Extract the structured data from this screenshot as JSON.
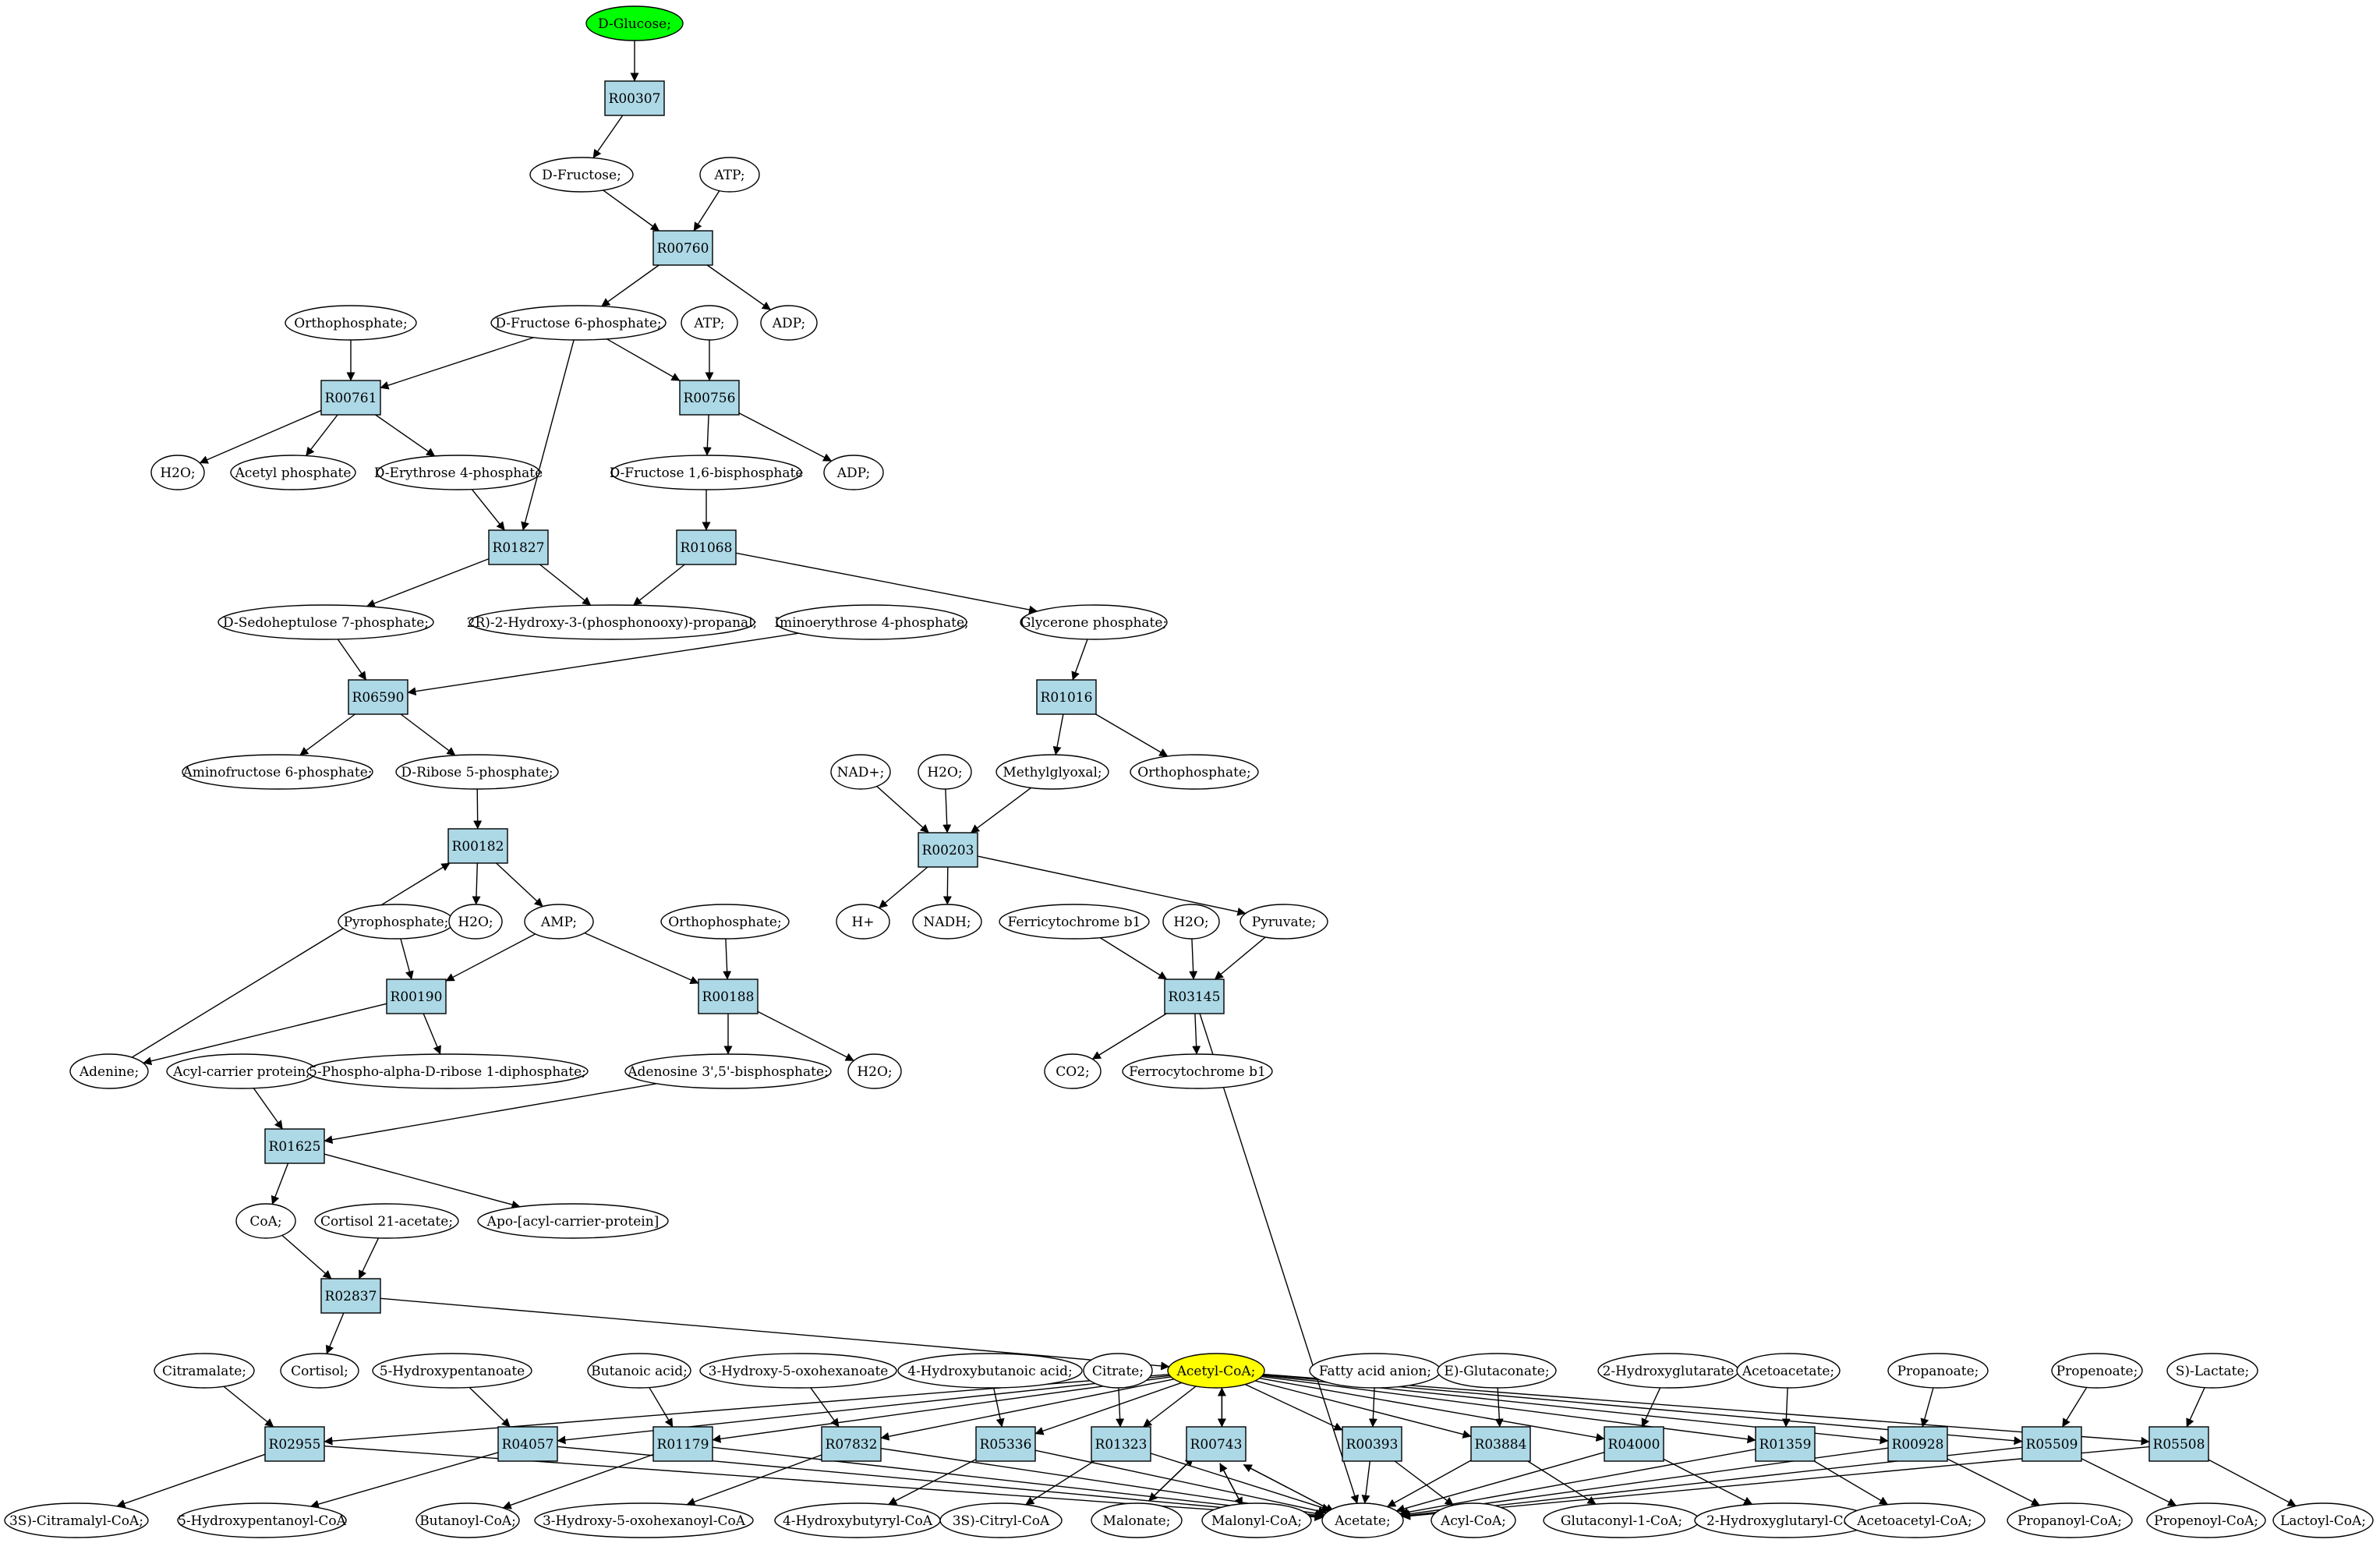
{
  "colors": {
    "reaction_fill": "#add8e6",
    "metabolite_fill": "#ffffff",
    "start_fill": "#00ff00",
    "target_fill": "#ffff00",
    "stroke": "#000000"
  },
  "nodes": [
    {
      "id": "glc",
      "label": "D-Glucose;",
      "kind": "start"
    },
    {
      "id": "R00307",
      "label": "R00307",
      "kind": "reaction"
    },
    {
      "id": "fru",
      "label": "D-Fructose;",
      "kind": "metabolite"
    },
    {
      "id": "atp1",
      "label": "ATP;",
      "kind": "metabolite"
    },
    {
      "id": "R00760",
      "label": "R00760",
      "kind": "reaction"
    },
    {
      "id": "orthoA",
      "label": "Orthophosphate;",
      "kind": "metabolite"
    },
    {
      "id": "f6p",
      "label": "D-Fructose 6-phosphate;",
      "kind": "metabolite"
    },
    {
      "id": "atp2",
      "label": "ATP;",
      "kind": "metabolite"
    },
    {
      "id": "adp1",
      "label": "ADP;",
      "kind": "metabolite"
    },
    {
      "id": "R00761",
      "label": "R00761",
      "kind": "reaction"
    },
    {
      "id": "R00756",
      "label": "R00756",
      "kind": "reaction"
    },
    {
      "id": "h2oA",
      "label": "H2O;",
      "kind": "metabolite"
    },
    {
      "id": "acp",
      "label": "Acetyl phosphate",
      "kind": "metabolite"
    },
    {
      "id": "e4p",
      "label": "D-Erythrose 4-phosphate",
      "kind": "metabolite"
    },
    {
      "id": "fbp",
      "label": "D-Fructose 1,6-bisphosphate",
      "kind": "metabolite"
    },
    {
      "id": "adp2",
      "label": "ADP;",
      "kind": "metabolite"
    },
    {
      "id": "R01827",
      "label": "R01827",
      "kind": "reaction"
    },
    {
      "id": "R01068",
      "label": "R01068",
      "kind": "reaction"
    },
    {
      "id": "s7p",
      "label": "D-Sedoheptulose 7-phosphate;",
      "kind": "metabolite"
    },
    {
      "id": "hpp",
      "label": "2R)-2-Hydroxy-3-(phosphonooxy)-propanal;",
      "kind": "metabolite"
    },
    {
      "id": "ie4p",
      "label": "Iminoerythrose 4-phosphate;",
      "kind": "metabolite"
    },
    {
      "id": "gp",
      "label": "Glycerone phosphate;",
      "kind": "metabolite"
    },
    {
      "id": "R06590",
      "label": "R06590",
      "kind": "reaction"
    },
    {
      "id": "R01016",
      "label": "R01016",
      "kind": "reaction"
    },
    {
      "id": "af6p",
      "label": "Aminofructose 6-phosphate;",
      "kind": "metabolite"
    },
    {
      "id": "r5p",
      "label": "D-Ribose 5-phosphate;",
      "kind": "metabolite"
    },
    {
      "id": "nad",
      "label": "NAD+;",
      "kind": "metabolite"
    },
    {
      "id": "h2oB",
      "label": "H2O;",
      "kind": "metabolite"
    },
    {
      "id": "mgo",
      "label": "Methylglyoxal;",
      "kind": "metabolite"
    },
    {
      "id": "orthoB",
      "label": "Orthophosphate;",
      "kind": "metabolite"
    },
    {
      "id": "R00182",
      "label": "R00182",
      "kind": "reaction"
    },
    {
      "id": "R00203",
      "label": "R00203",
      "kind": "reaction"
    },
    {
      "id": "pyro",
      "label": "Pyrophosphate;",
      "kind": "metabolite"
    },
    {
      "id": "h2oC",
      "label": "H2O;",
      "kind": "metabolite"
    },
    {
      "id": "amp",
      "label": "AMP;",
      "kind": "metabolite"
    },
    {
      "id": "orthoC",
      "label": "Orthophosphate;",
      "kind": "metabolite"
    },
    {
      "id": "hplus",
      "label": "H+",
      "kind": "metabolite"
    },
    {
      "id": "nadh",
      "label": "NADH;",
      "kind": "metabolite"
    },
    {
      "id": "ferri",
      "label": "Ferricytochrome b1",
      "kind": "metabolite"
    },
    {
      "id": "h2oD",
      "label": "H2O;",
      "kind": "metabolite"
    },
    {
      "id": "pyr",
      "label": "Pyruvate;",
      "kind": "metabolite"
    },
    {
      "id": "R00190",
      "label": "R00190",
      "kind": "reaction"
    },
    {
      "id": "R00188",
      "label": "R00188",
      "kind": "reaction"
    },
    {
      "id": "R03145",
      "label": "R03145",
      "kind": "reaction"
    },
    {
      "id": "ade",
      "label": "Adenine;",
      "kind": "metabolite"
    },
    {
      "id": "acpprot",
      "label": "Acyl-carrier protein;",
      "kind": "metabolite"
    },
    {
      "id": "prpp",
      "label": "5-Phospho-alpha-D-ribose 1-diphosphate;",
      "kind": "metabolite"
    },
    {
      "id": "pap",
      "label": "Adenosine 3',5'-bisphosphate;",
      "kind": "metabolite"
    },
    {
      "id": "h2oE",
      "label": "H2O;",
      "kind": "metabolite"
    },
    {
      "id": "co2",
      "label": "CO2;",
      "kind": "metabolite"
    },
    {
      "id": "ferro",
      "label": "Ferrocytochrome b1",
      "kind": "metabolite"
    },
    {
      "id": "R01625",
      "label": "R01625",
      "kind": "reaction"
    },
    {
      "id": "coa",
      "label": "CoA;",
      "kind": "metabolite"
    },
    {
      "id": "cort21",
      "label": "Cortisol 21-acetate;",
      "kind": "metabolite"
    },
    {
      "id": "apo",
      "label": "Apo-[acyl-carrier-protein]",
      "kind": "metabolite"
    },
    {
      "id": "R02837",
      "label": "R02837",
      "kind": "reaction"
    },
    {
      "id": "cort",
      "label": "Cortisol;",
      "kind": "metabolite"
    },
    {
      "id": "accoa",
      "label": "Acetyl-CoA;",
      "kind": "target"
    },
    {
      "id": "citram",
      "label": "Citramalate;",
      "kind": "metabolite"
    },
    {
      "id": "hpent",
      "label": "5-Hydroxypentanoate",
      "kind": "metabolite"
    },
    {
      "id": "but",
      "label": "Butanoic acid;",
      "kind": "metabolite"
    },
    {
      "id": "hoxo",
      "label": "3-Hydroxy-5-oxohexanoate",
      "kind": "metabolite"
    },
    {
      "id": "hbut",
      "label": "4-Hydroxybutanoic acid;",
      "kind": "metabolite"
    },
    {
      "id": "cit",
      "label": "Citrate;",
      "kind": "metabolite"
    },
    {
      "id": "fa",
      "label": "Fatty acid anion;",
      "kind": "metabolite"
    },
    {
      "id": "glut",
      "label": "E)-Glutaconate;",
      "kind": "metabolite"
    },
    {
      "id": "hglut",
      "label": "2-Hydroxyglutarate",
      "kind": "metabolite"
    },
    {
      "id": "acac",
      "label": "Acetoacetate;",
      "kind": "metabolite"
    },
    {
      "id": "prop",
      "label": "Propanoate;",
      "kind": "metabolite"
    },
    {
      "id": "propen",
      "label": "Propenoate;",
      "kind": "metabolite"
    },
    {
      "id": "lac",
      "label": "S)-Lactate;",
      "kind": "metabolite"
    },
    {
      "id": "R02955",
      "label": "R02955",
      "kind": "reaction"
    },
    {
      "id": "R04057",
      "label": "R04057",
      "kind": "reaction"
    },
    {
      "id": "R01179",
      "label": "R01179",
      "kind": "reaction"
    },
    {
      "id": "R07832",
      "label": "R07832",
      "kind": "reaction"
    },
    {
      "id": "R05336",
      "label": "R05336",
      "kind": "reaction"
    },
    {
      "id": "R01323",
      "label": "R01323",
      "kind": "reaction"
    },
    {
      "id": "R00743",
      "label": "R00743",
      "kind": "reaction"
    },
    {
      "id": "R00393",
      "label": "R00393",
      "kind": "reaction"
    },
    {
      "id": "R03884",
      "label": "R03884",
      "kind": "reaction"
    },
    {
      "id": "R04000",
      "label": "R04000",
      "kind": "reaction"
    },
    {
      "id": "R01359",
      "label": "R01359",
      "kind": "reaction"
    },
    {
      "id": "R00928",
      "label": "R00928",
      "kind": "reaction"
    },
    {
      "id": "R05509",
      "label": "R05509",
      "kind": "reaction"
    },
    {
      "id": "R05508",
      "label": "R05508",
      "kind": "reaction"
    },
    {
      "id": "citmcoa",
      "label": "3S)-Citramalyl-CoA;",
      "kind": "metabolite"
    },
    {
      "id": "hpcoa",
      "label": "5-Hydroxypentanoyl-CoA",
      "kind": "metabolite"
    },
    {
      "id": "bucoa",
      "label": "Butanoyl-CoA;",
      "kind": "metabolite"
    },
    {
      "id": "hoxcoa",
      "label": "3-Hydroxy-5-oxohexanoyl-CoA",
      "kind": "metabolite"
    },
    {
      "id": "hbcoa",
      "label": "4-Hydroxybutyryl-CoA",
      "kind": "metabolite"
    },
    {
      "id": "citcoa",
      "label": "3S)-Citryl-CoA",
      "kind": "metabolite"
    },
    {
      "id": "malon",
      "label": "Malonate;",
      "kind": "metabolite"
    },
    {
      "id": "malcoa",
      "label": "Malonyl-CoA;",
      "kind": "metabolite"
    },
    {
      "id": "acet",
      "label": "Acetate;",
      "kind": "metabolite"
    },
    {
      "id": "acylcoa",
      "label": "Acyl-CoA;",
      "kind": "metabolite"
    },
    {
      "id": "gluccoa",
      "label": "Glutaconyl-1-CoA;",
      "kind": "metabolite"
    },
    {
      "id": "hgcoa",
      "label": "2-Hydroxyglutaryl-CoA",
      "kind": "metabolite"
    },
    {
      "id": "aacoa",
      "label": "Acetoacetyl-CoA;",
      "kind": "metabolite"
    },
    {
      "id": "prcoa",
      "label": "Propanoyl-CoA;",
      "kind": "metabolite"
    },
    {
      "id": "prencoa",
      "label": "Propenoyl-CoA;",
      "kind": "metabolite"
    },
    {
      "id": "laccoa",
      "label": "Lactoyl-CoA;",
      "kind": "metabolite"
    }
  ],
  "edges": [
    [
      "glc",
      "R00307"
    ],
    [
      "R00307",
      "fru"
    ],
    [
      "fru",
      "R00760"
    ],
    [
      "atp1",
      "R00760"
    ],
    [
      "R00760",
      "f6p"
    ],
    [
      "R00760",
      "adp1"
    ],
    [
      "orthoA",
      "R00761"
    ],
    [
      "f6p",
      "R00761"
    ],
    [
      "f6p",
      "R00756"
    ],
    [
      "atp2",
      "R00756"
    ],
    [
      "f6p",
      "R01827"
    ],
    [
      "R00761",
      "h2oA"
    ],
    [
      "R00761",
      "acp"
    ],
    [
      "R00761",
      "e4p"
    ],
    [
      "R00756",
      "fbp"
    ],
    [
      "R00756",
      "adp2"
    ],
    [
      "e4p",
      "R01827"
    ],
    [
      "fbp",
      "R01068"
    ],
    [
      "R01827",
      "s7p"
    ],
    [
      "R01827",
      "hpp"
    ],
    [
      "R01068",
      "hpp"
    ],
    [
      "R01068",
      "gp"
    ],
    [
      "s7p",
      "R06590"
    ],
    [
      "ie4p",
      "R06590"
    ],
    [
      "gp",
      "R01016"
    ],
    [
      "R06590",
      "af6p"
    ],
    [
      "R06590",
      "r5p"
    ],
    [
      "R01016",
      "mgo"
    ],
    [
      "R01016",
      "orthoB"
    ],
    [
      "r5p",
      "R00182"
    ],
    [
      "nad",
      "R00203"
    ],
    [
      "h2oB",
      "R00203"
    ],
    [
      "mgo",
      "R00203"
    ],
    [
      "R00182",
      "h2oC"
    ],
    [
      "R00182",
      "amp"
    ],
    [
      "R00203",
      "hplus"
    ],
    [
      "R00203",
      "nadh"
    ],
    [
      "R00203",
      "pyr"
    ],
    [
      "pyro",
      "R00190"
    ],
    [
      "amp",
      "R00190"
    ],
    [
      "amp",
      "R00188"
    ],
    [
      "orthoC",
      "R00188"
    ],
    [
      "ferri",
      "R03145"
    ],
    [
      "h2oD",
      "R03145"
    ],
    [
      "pyr",
      "R03145"
    ],
    [
      "R00190",
      "ade"
    ],
    [
      "R00190",
      "prpp"
    ],
    [
      "ade",
      "R00182"
    ],
    [
      "R00188",
      "pap"
    ],
    [
      "R00188",
      "h2oE"
    ],
    [
      "R03145",
      "co2"
    ],
    [
      "R03145",
      "ferro"
    ],
    [
      "R03145",
      "acet"
    ],
    [
      "acpprot",
      "R01625"
    ],
    [
      "pap",
      "R01625"
    ],
    [
      "R01625",
      "coa"
    ],
    [
      "R01625",
      "apo"
    ],
    [
      "coa",
      "R02837"
    ],
    [
      "cort21",
      "R02837"
    ],
    [
      "R02837",
      "cort"
    ],
    [
      "R02837",
      "accoa"
    ],
    [
      "citram",
      "R02955"
    ],
    [
      "hpent",
      "R04057"
    ],
    [
      "but",
      "R01179"
    ],
    [
      "hoxo",
      "R07832"
    ],
    [
      "hbut",
      "R05336"
    ],
    [
      "cit",
      "R01323"
    ],
    [
      "fa",
      "R00393"
    ],
    [
      "glut",
      "R03884"
    ],
    [
      "hglut",
      "R04000"
    ],
    [
      "acac",
      "R01359"
    ],
    [
      "prop",
      "R00928"
    ],
    [
      "propen",
      "R05509"
    ],
    [
      "lac",
      "R05508"
    ],
    [
      "accoa",
      "R02955"
    ],
    [
      "accoa",
      "R04057"
    ],
    [
      "accoa",
      "R01179"
    ],
    [
      "accoa",
      "R07832"
    ],
    [
      "accoa",
      "R05336"
    ],
    [
      "accoa",
      "R01323"
    ],
    [
      "accoa",
      "R00743"
    ],
    [
      "accoa",
      "R00393"
    ],
    [
      "accoa",
      "R03884"
    ],
    [
      "accoa",
      "R04000"
    ],
    [
      "accoa",
      "R01359"
    ],
    [
      "accoa",
      "R00928"
    ],
    [
      "accoa",
      "R05509"
    ],
    [
      "accoa",
      "R05508"
    ],
    [
      "R02955",
      "citmcoa"
    ],
    [
      "R04057",
      "hpcoa"
    ],
    [
      "R01179",
      "bucoa"
    ],
    [
      "R07832",
      "hoxcoa"
    ],
    [
      "R05336",
      "hbcoa"
    ],
    [
      "R01323",
      "citcoa"
    ],
    [
      "R00743",
      "malon"
    ],
    [
      "R00743",
      "malcoa"
    ],
    [
      "R00393",
      "acylcoa"
    ],
    [
      "R03884",
      "gluccoa"
    ],
    [
      "R04000",
      "hgcoa"
    ],
    [
      "R01359",
      "aacoa"
    ],
    [
      "R00928",
      "prcoa"
    ],
    [
      "R05509",
      "prencoa"
    ],
    [
      "R05508",
      "laccoa"
    ],
    [
      "R02955",
      "acet"
    ],
    [
      "R04057",
      "acet"
    ],
    [
      "R01179",
      "acet"
    ],
    [
      "R07832",
      "acet"
    ],
    [
      "R05336",
      "acet"
    ],
    [
      "R01323",
      "acet"
    ],
    [
      "R00743",
      "acet"
    ],
    [
      "R00393",
      "acet"
    ],
    [
      "R03884",
      "acet"
    ],
    [
      "R04000",
      "acet"
    ],
    [
      "R01359",
      "acet"
    ],
    [
      "R00928",
      "acet"
    ],
    [
      "R05509",
      "acet"
    ],
    [
      "R05508",
      "acet"
    ],
    [
      "malon",
      "R00743"
    ],
    [
      "malcoa",
      "R00743"
    ],
    [
      "acet",
      "R00743"
    ],
    [
      "R00743",
      "accoa"
    ]
  ]
}
